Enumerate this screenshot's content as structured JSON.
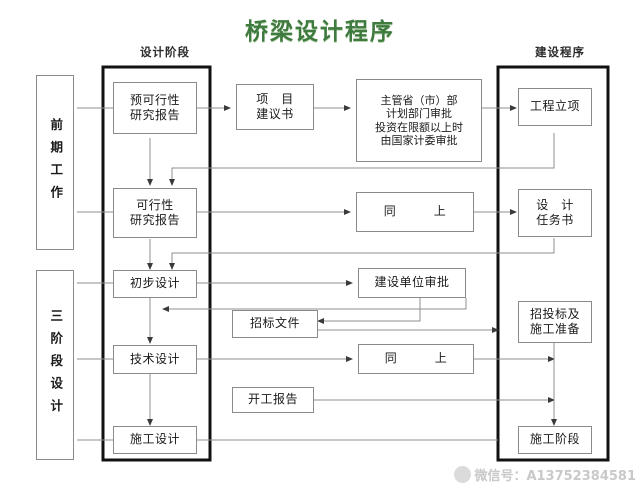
{
  "title": "桥梁设计程序",
  "columns": {
    "design_stage": "设计阶段",
    "construction_procedure": "建设程序"
  },
  "phase_labels": [
    {
      "name": "preliminary-work",
      "text": "前期工作"
    },
    {
      "name": "three-stage-design",
      "text": "三阶段设计"
    }
  ],
  "nodes": {
    "pre_feasibility_report": "预可行性\n研究报告",
    "project_proposal": "项　目\n建议书",
    "authority_approval": "主管省（市）部\n计划部门审批\n投资在限额以上时\n由国家计委审批",
    "project_establishment": "工程立项",
    "feasibility_report": "可行性\n研究报告",
    "same_as_above_1": "同　　　上",
    "design_task_book": "设　计\n任务书",
    "preliminary_design": "初步设计",
    "construction_unit_approval": "建设单位审批",
    "bidding_documents": "招标文件",
    "bidding_and_preparation": "招投标及\n施工准备",
    "technical_design": "技术设计",
    "same_as_above_2": "同　　　上",
    "start_work_report": "开工报告",
    "construction_design": "施工设计",
    "construction_phase": "施工阶段"
  },
  "watermark": "微信号：A13752384581",
  "colors": {
    "title": "#3f7a3f",
    "box_border": "#8a8a8a",
    "line": "#8f8f8f",
    "frame": "#111111",
    "background": "#ffffff"
  }
}
